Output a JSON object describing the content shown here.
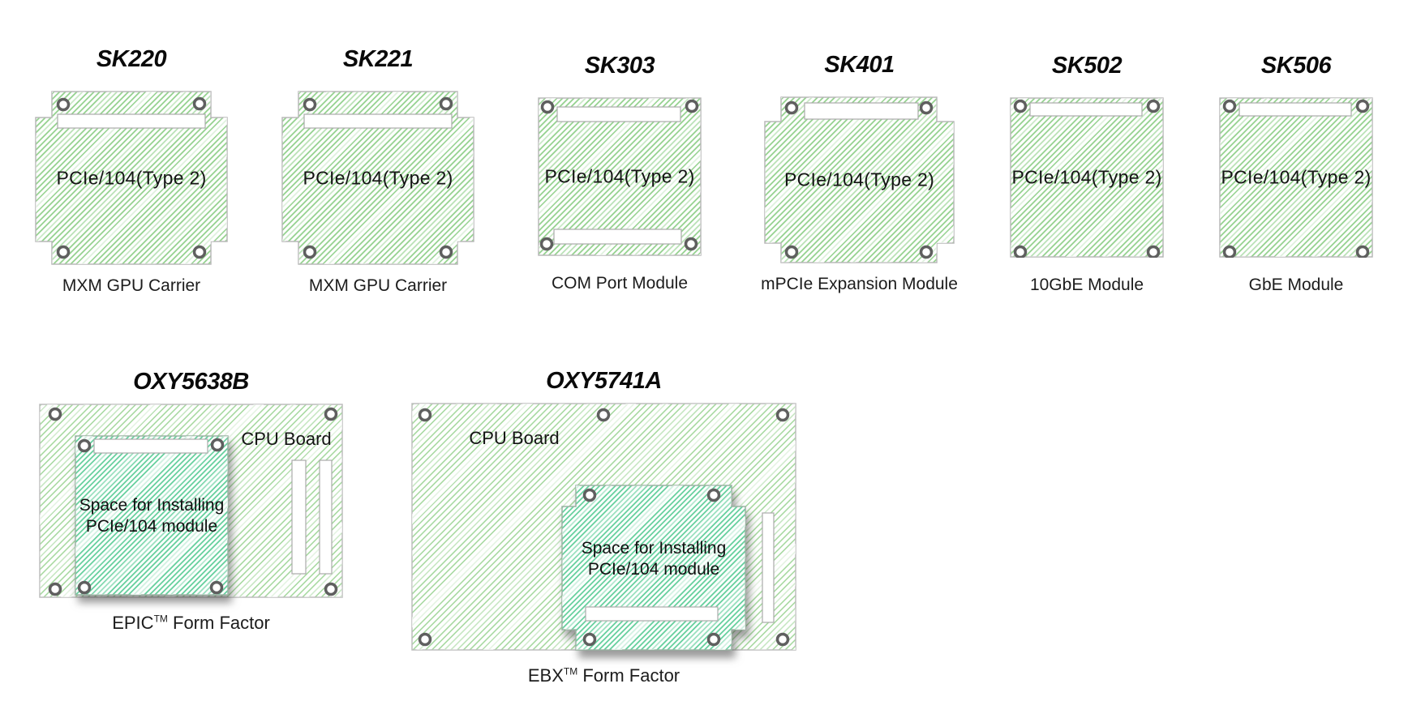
{
  "page": {
    "background": "#ffffff"
  },
  "modules": [
    {
      "id": "sk220",
      "title": "SK220",
      "board_label": "PCIe/104(Type 2)",
      "caption": "MXM GPU Carrier",
      "shape": "tabbed-top-bottom"
    },
    {
      "id": "sk221",
      "title": "SK221",
      "board_label": "PCIe/104(Type 2)",
      "caption": "MXM GPU Carrier",
      "shape": "tabbed-top-bottom"
    },
    {
      "id": "sk303",
      "title": "SK303",
      "board_label": "PCIe/104(Type 2)",
      "caption": "COM Port Module",
      "shape": "flat-two-slot"
    },
    {
      "id": "sk401",
      "title": "SK401",
      "board_label": "PCIe/104(Type 2)",
      "caption": "mPCIe Expansion Module",
      "shape": "tabbed-top-bottom"
    },
    {
      "id": "sk502",
      "title": "SK502",
      "board_label": "PCIe/104(Type 2)",
      "caption": "10GbE Module",
      "shape": "flat-one-slot"
    },
    {
      "id": "sk506",
      "title": "SK506",
      "board_label": "PCIe/104(Type 2)",
      "caption": "GbE Module",
      "shape": "flat-one-slot"
    }
  ],
  "carriers": [
    {
      "id": "oxy5638b",
      "title": "OXY5638B",
      "cpu_board_label": "CPU Board",
      "module_label_line1": "Space for Installing",
      "module_label_line2": "PCIe/104 module",
      "caption_name": "EPIC",
      "caption_tm": "TM",
      "caption_rest": " Form Factor"
    },
    {
      "id": "oxy5741a",
      "title": "OXY5741A",
      "cpu_board_label": "CPU Board",
      "module_label_line1": "Space for Installing",
      "module_label_line2": "PCIe/104 module",
      "caption_name": "EBX",
      "caption_tm": "TM",
      "caption_rest": " Form Factor"
    }
  ],
  "colors": {
    "hatch_green": "#8ecf88",
    "hatch_green_light": "#a3d79c",
    "hatch_teal": "#66d09e",
    "board_border": "#b9b9b9",
    "hole_ring": "#5f5f5f",
    "title_text": "#0a0a0a",
    "caption_text": "#1c1c1c"
  }
}
